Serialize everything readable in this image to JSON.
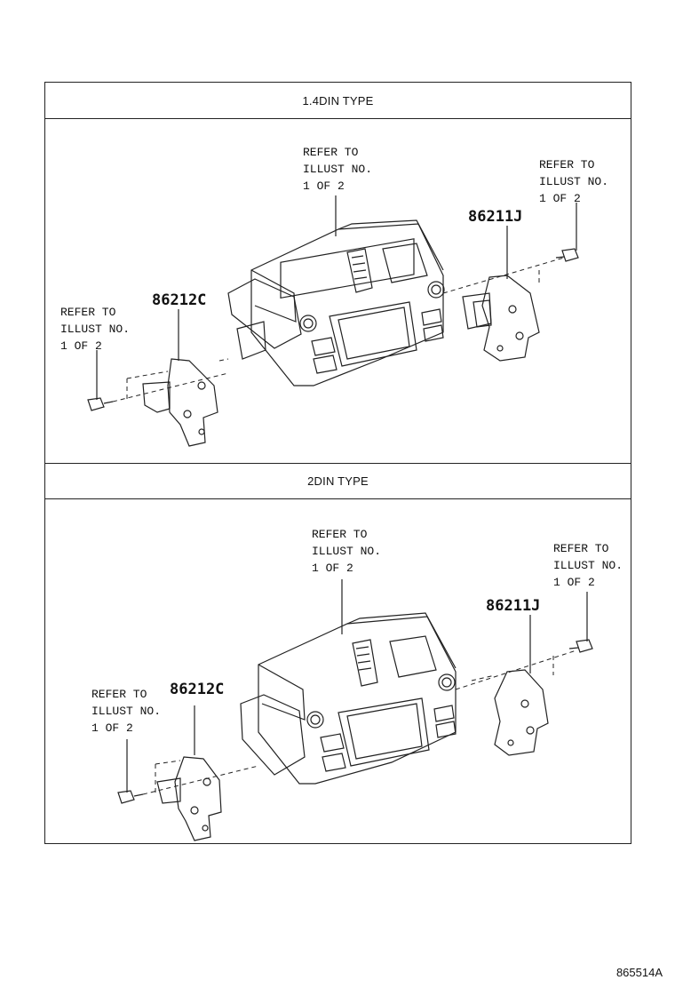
{
  "sections": [
    {
      "title": "1.4DIN TYPE",
      "notes": {
        "center": "REFER TO\nILLUST NO.\n1 OF 2",
        "right": "REFER TO\nILLUST NO.\n1 OF 2",
        "left": "REFER TO\nILLUST NO.\n1 OF 2"
      },
      "parts": {
        "left_bracket": "86212C",
        "right_bracket": "86211J"
      }
    },
    {
      "title": "2DIN TYPE",
      "notes": {
        "center": "REFER TO\nILLUST NO.\n1 OF 2",
        "right": "REFER TO\nILLUST NO.\n1 OF 2",
        "left": "REFER TO\nILLUST NO.\n1 OF 2"
      },
      "parts": {
        "left_bracket": "86212C",
        "right_bracket": "86211J"
      }
    }
  ],
  "diagram_id": "865514A"
}
